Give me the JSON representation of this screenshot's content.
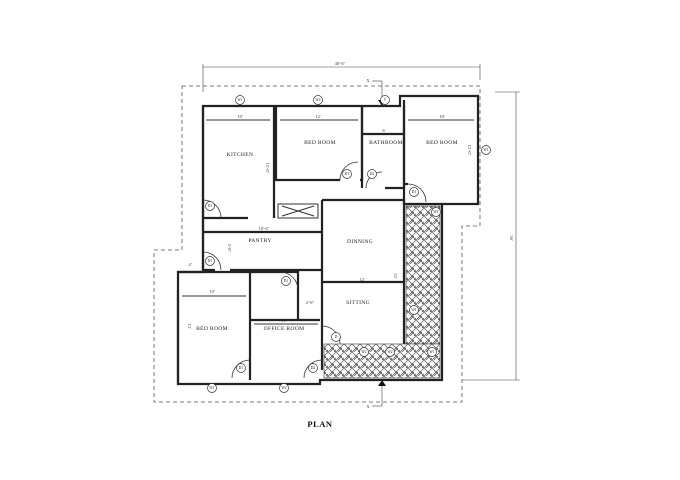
{
  "title": "PLAN",
  "rooms": {
    "kitchen": "KITCHEN",
    "bedroom_top": "BED ROOM",
    "bathroom": "BATHROOM",
    "bedroom_right": "BED ROOM",
    "dining": "DINNING",
    "pantry": "PANTRY",
    "sitting": "SITTING",
    "bedroom_left": "BED ROOM",
    "office": "OFFICE ROOM"
  },
  "dimensions": {
    "overall_width": "40'-6\"",
    "overall_height": "36'",
    "kitchen_w": "10'",
    "kitchen_h": "12'-0\"",
    "bedroom_top_w": "12'",
    "bathroom_w": "6'",
    "bedroom_right_w": "10'",
    "bedroom_right_h": "12'-0\"",
    "pantry_w": "10'-6\"",
    "pantry_h": "5'-0\"",
    "corridor": "4'",
    "sitting_w": "12'",
    "sitting_h": "22'",
    "bedroom_left_w": "10'",
    "bedroom_left_h": "13'",
    "office_w": "10'",
    "small_dim": "2'-6\""
  },
  "section_marks": {
    "top": "X",
    "bottom": "X"
  },
  "tags": {
    "kitchen_window": "W1",
    "bedroom_top_window": "W2",
    "bathroom_vent": "V",
    "bedroom_right_window": "W1",
    "kitchen_door": "D1",
    "bedroom_top_door_1": "D1",
    "bedroom_top_door_2": "D2",
    "bedroom_right_door": "D1",
    "pantry_door": "D1",
    "office_door": "D1",
    "office_door_2": "D2",
    "bedroom_left_door": "D1",
    "sitting_door": "D",
    "bedroom_left_window": "W1",
    "office_window": "W2",
    "sitting_window": "W1",
    "entry_1": "W2",
    "entry_2": "W2",
    "corridor_window_1": "W1",
    "corridor_window_2": "W1"
  }
}
